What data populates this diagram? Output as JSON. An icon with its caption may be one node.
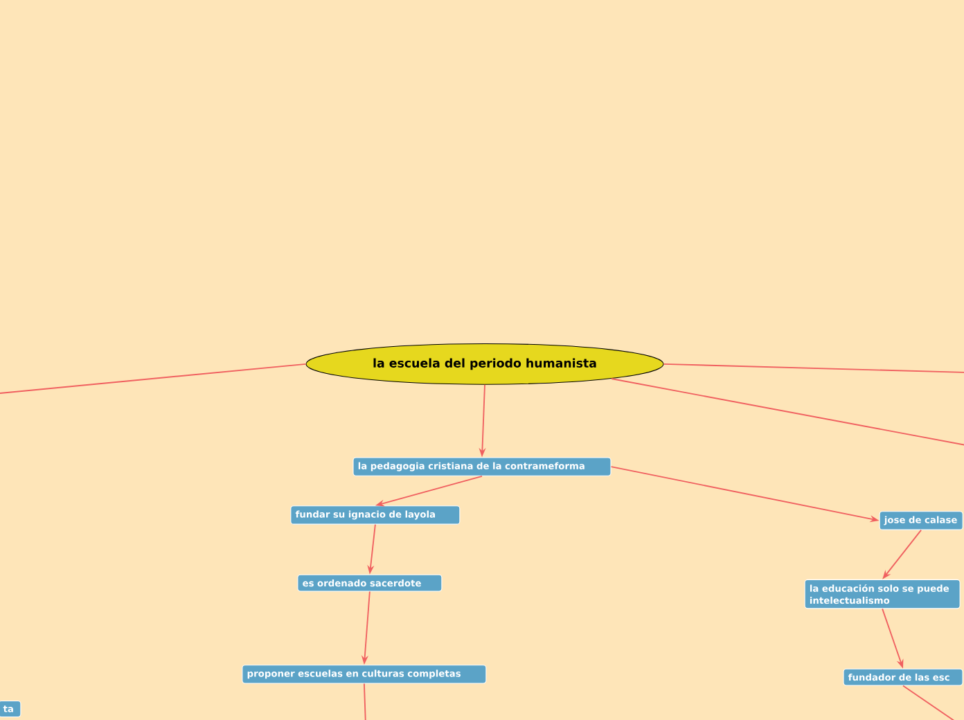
{
  "diagram": {
    "nodes": [
      {
        "text": [
          "la escuela del periodo humanista"
        ]
      },
      {
        "text": [
          "la pedagogia cristiana de la contrameforma"
        ]
      },
      {
        "text": [
          "fundar su ignacio de layola"
        ]
      },
      {
        "text": [
          "es ordenado sacerdote"
        ]
      },
      {
        "text": [
          "proponer escuelas en culturas completas"
        ]
      },
      {
        "text": [
          "jose de calase"
        ]
      },
      {
        "text": [
          "la educación solo se puede intelectualismo"
        ]
      },
      {
        "text": [
          "fundador de las esc"
        ]
      },
      {
        "text": [
          "ta"
        ]
      }
    ],
    "edges": [
      {
        "from": 0,
        "to": null,
        "arrow": "none"
      },
      {
        "from": 0,
        "to": null,
        "arrow": "none"
      },
      {
        "from": 0,
        "to": null,
        "arrow": "none"
      },
      {
        "from": 0,
        "to": 1,
        "arrow": "to"
      },
      {
        "from": 1,
        "to": 2,
        "arrow": "to"
      },
      {
        "from": 1,
        "to": 5,
        "arrow": "to"
      },
      {
        "from": 2,
        "to": 3,
        "arrow": "to"
      },
      {
        "from": 3,
        "to": 4,
        "arrow": "to"
      },
      {
        "from": 4,
        "to": null,
        "arrow": "none"
      },
      {
        "from": 5,
        "to": 6,
        "arrow": "to"
      },
      {
        "from": 6,
        "to": 7,
        "arrow": "to"
      },
      {
        "from": 7,
        "to": null,
        "arrow": "none"
      }
    ]
  }
}
